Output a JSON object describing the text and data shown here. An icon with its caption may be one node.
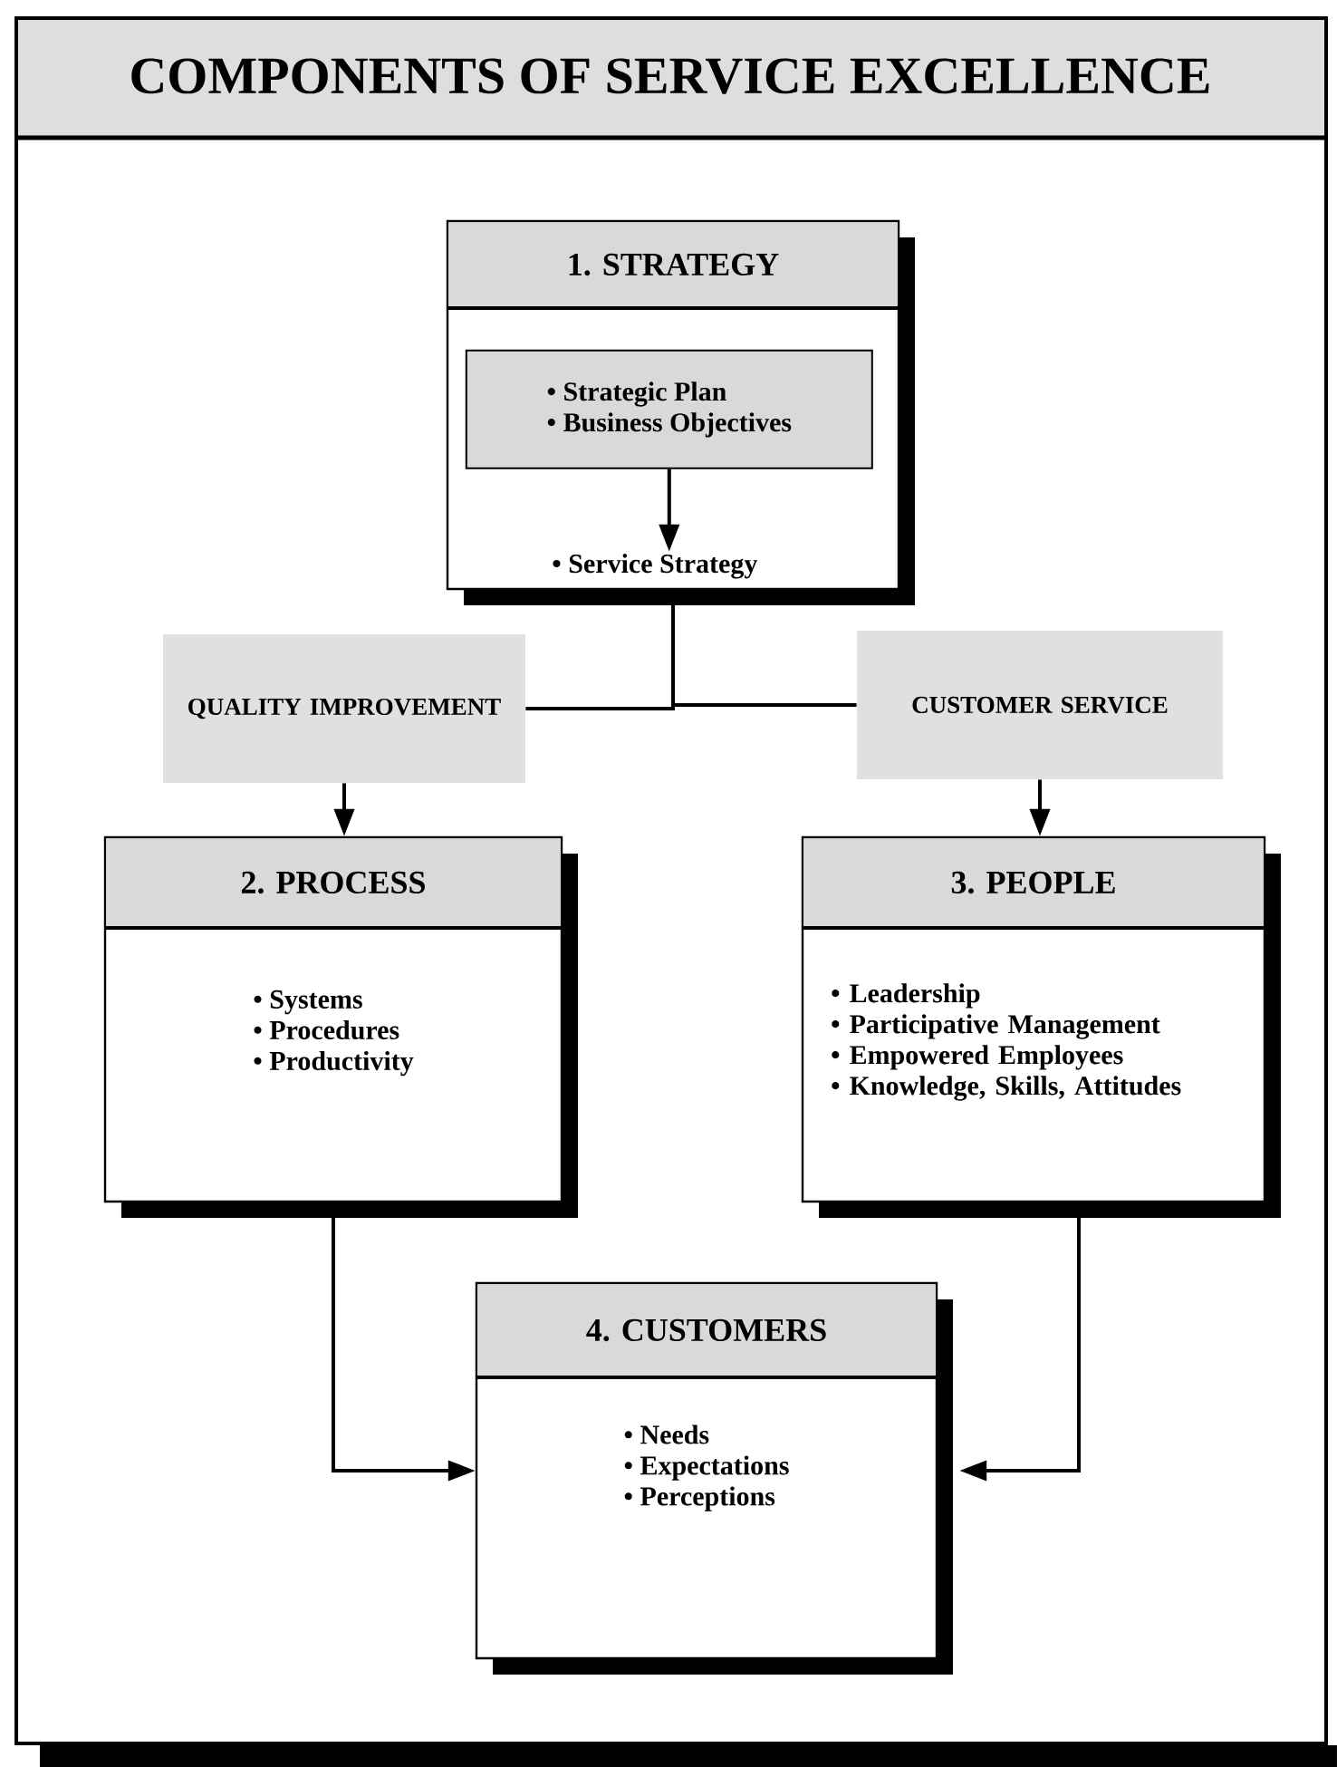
{
  "diagram": {
    "title": "COMPONENTS OF SERVICE EXCELLENCE",
    "nodes": [
      {
        "text": [
          "1. STRATEGY"
        ]
      },
      {
        "text": [
          "• Strategic Plan",
          "• Business Objectives"
        ],
        "in": 0
      },
      {
        "text": [
          "• Service Strategy"
        ],
        "in": 0
      },
      {
        "text": [
          "QUALITY IMPROVEMENT"
        ]
      },
      {
        "text": [
          "CUSTOMER SERVICE"
        ]
      },
      {
        "text": [
          "2. PROCESS",
          "• Systems",
          "• Procedures",
          "• Productivity"
        ]
      },
      {
        "text": [
          "3. PEOPLE",
          "• Leadership",
          "• Participative Management",
          "• Empowered Employees",
          "• Knowledge, Skills, Attitudes"
        ]
      },
      {
        "text": [
          "4.  CUSTOMERS",
          "• Needs",
          "• Expectations",
          "• Perceptions"
        ]
      }
    ],
    "edges": [
      {
        "from": 1,
        "to": 2,
        "arrow": "to"
      },
      {
        "from": 0,
        "to": 3,
        "arrow": "none"
      },
      {
        "from": 0,
        "to": 4,
        "arrow": "none"
      },
      {
        "from": 3,
        "to": 5,
        "arrow": "to"
      },
      {
        "from": 4,
        "to": 6,
        "arrow": "to"
      },
      {
        "from": 5,
        "to": 7,
        "arrow": "to"
      },
      {
        "from": 6,
        "to": 7,
        "arrow": "to"
      }
    ]
  }
}
